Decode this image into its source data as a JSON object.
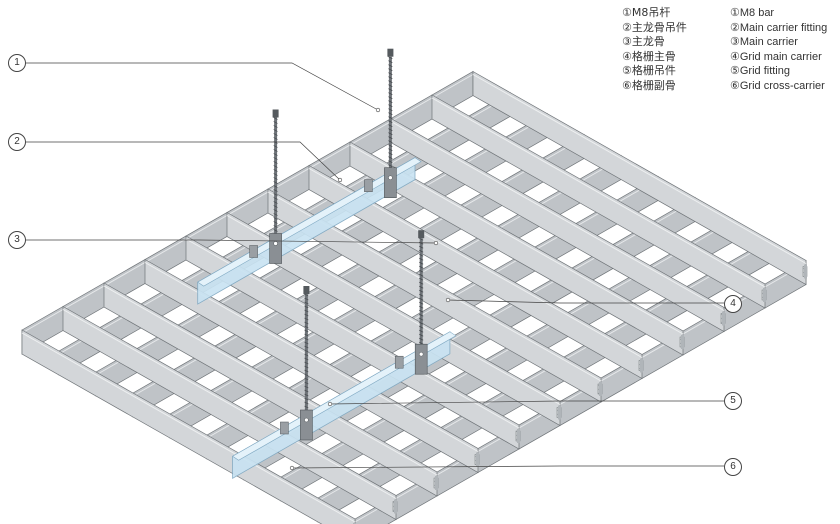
{
  "legend_cn": [
    "①M8吊杆",
    "②主龙骨吊件",
    "③主龙骨",
    "④格栅主骨",
    "⑤格栅吊件",
    "⑥格栅副骨"
  ],
  "legend_en": [
    "①M8 bar",
    "②Main carrier fitting",
    "③Main carrier",
    "④Grid main carrier",
    "⑤Grid fitting",
    "⑥Grid cross-carrier"
  ],
  "callouts": [
    "1",
    "2",
    "3",
    "4",
    "5",
    "6"
  ],
  "colors": {
    "grid": "#bfc3c7",
    "grid_edge": "#6f7478",
    "carrier": "#c9e3f2",
    "carrier_edge": "#7fa8c2",
    "rod": "#6d7277",
    "fitting": "#8a8f94"
  }
}
